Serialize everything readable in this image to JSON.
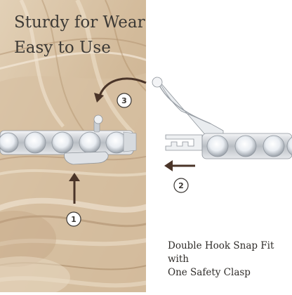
{
  "headline": {
    "line1": "Sturdy for Wear",
    "line2": "Easy to Use"
  },
  "caption": {
    "line1": "Double Hook Snap Fit",
    "line2": "with",
    "line3": "One Safety Clasp"
  },
  "steps": [
    "1",
    "2",
    "3"
  ],
  "colors": {
    "left_panel_base": "#d8c2a4",
    "text_dark": "#3d3a36",
    "arrow_brown": "#4a3428",
    "silver": "#c8ccd1"
  }
}
